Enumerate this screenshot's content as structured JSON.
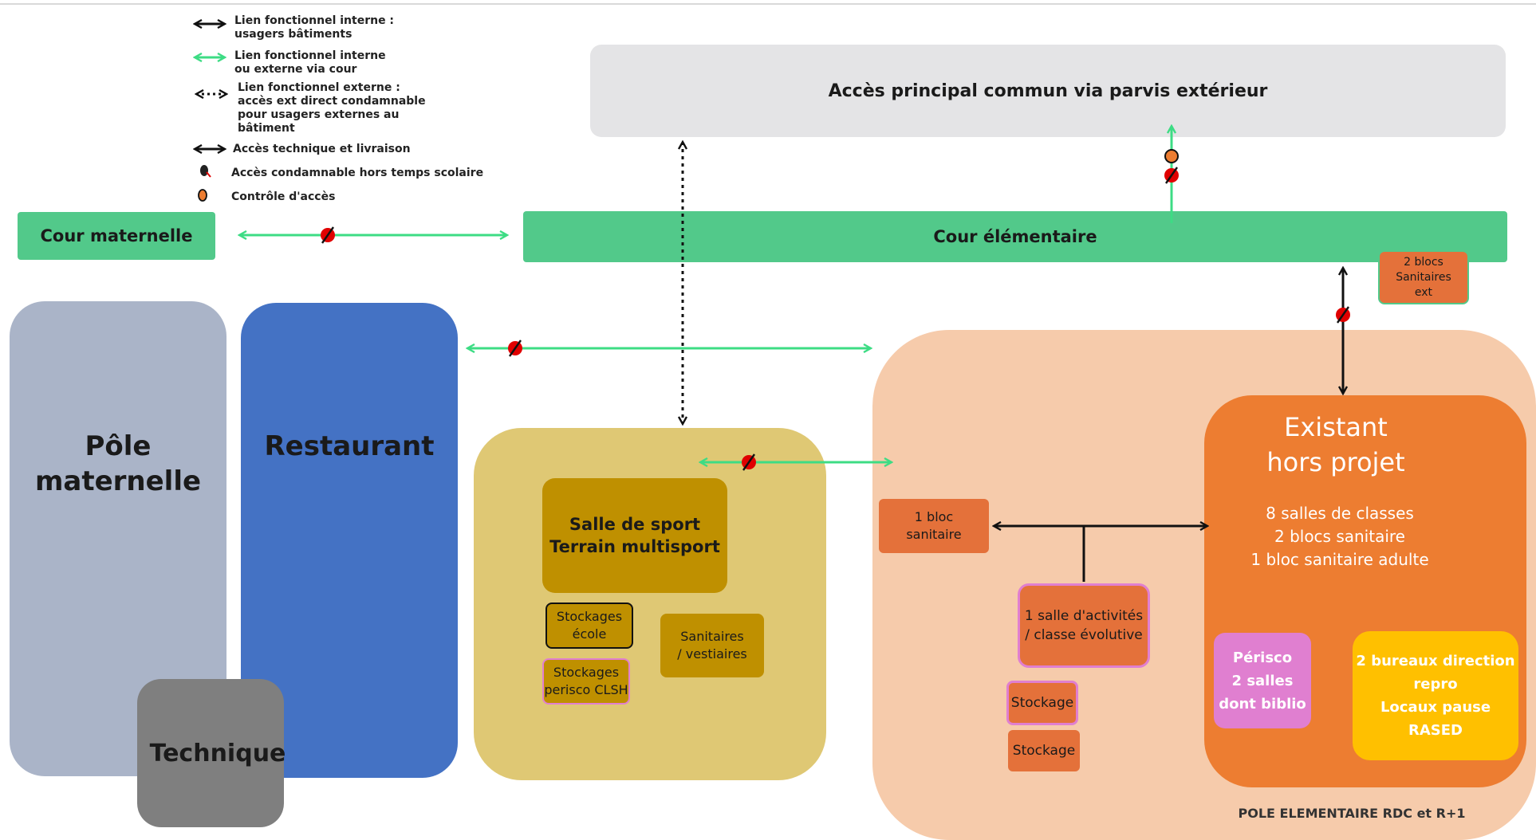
{
  "legend": {
    "internal_link": "Lien fonctionnel interne :\nusagers bâtiments",
    "courtyard_link": "Lien fonctionnel interne\nou externe via cour",
    "external_link": "Lien fonctionnel externe :\naccès ext direct condamnable\npour usagers externes au\nbâtiment",
    "technical_access": "Accès technique et livraison",
    "lockable_access": "Accès condamnable hors temps scolaire",
    "access_control": "Contrôle d'accès"
  },
  "zones": {
    "main_access": "Accès principal commun via parvis extérieur",
    "cour_maternelle": "Cour maternelle",
    "cour_elementaire": "Cour élémentaire",
    "sanitaires_ext": "2 blocs\nSanitaires\next",
    "pole_maternelle": "Pôle\nmaternelle",
    "restaurant": "Restaurant",
    "technique": "Technique",
    "salle_sport": "Salle de sport\nTerrain multisport",
    "stockages_ecole": "Stockages\nécole",
    "stockages_perisco": "Stockages\nperisco CLSH",
    "sanitaires_vestiaires": "Sanitaires\n/ vestiaires",
    "bloc_sanitaire": "1 bloc\nsanitaire",
    "salle_activites": "1 salle d'activités\n/ classe évolutive",
    "stockage_1": "Stockage",
    "stockage_2": "Stockage",
    "existant_title": "Existant\nhors projet",
    "existant_details": "8 salles de classes\n2 blocs sanitaire\n1 bloc sanitaire adulte",
    "perisco": "Périsco\n2 salles\ndont biblio",
    "bureaux": "2 bureaux direction\nrepro\nLocaux pause\nRASED",
    "pole_elementaire_caption": "POLE ELEMENTAIRE RDC et R+1"
  },
  "colors": {
    "green_link": "#3ddc84",
    "courtyard_green": "#52c98a",
    "main_access_grey": "#e4e4e6",
    "maternelle_grey": "#aab4c8",
    "restaurant_blue": "#4472c4",
    "technique_grey": "#7f7f7f",
    "sport_zone_yellow": "#dfc874",
    "sport_hall_brown": "#bf9000",
    "elementaire_peach": "#f6cbab",
    "existant_orange": "#ed7d31",
    "block_orange": "#e4713a",
    "perisco_pink": "#e07fd0",
    "bureaux_yellow": "#ffc000",
    "lock_red": "#e00000"
  },
  "icons": [
    "double-arrow-icon",
    "lock-icon",
    "access-control-icon"
  ]
}
